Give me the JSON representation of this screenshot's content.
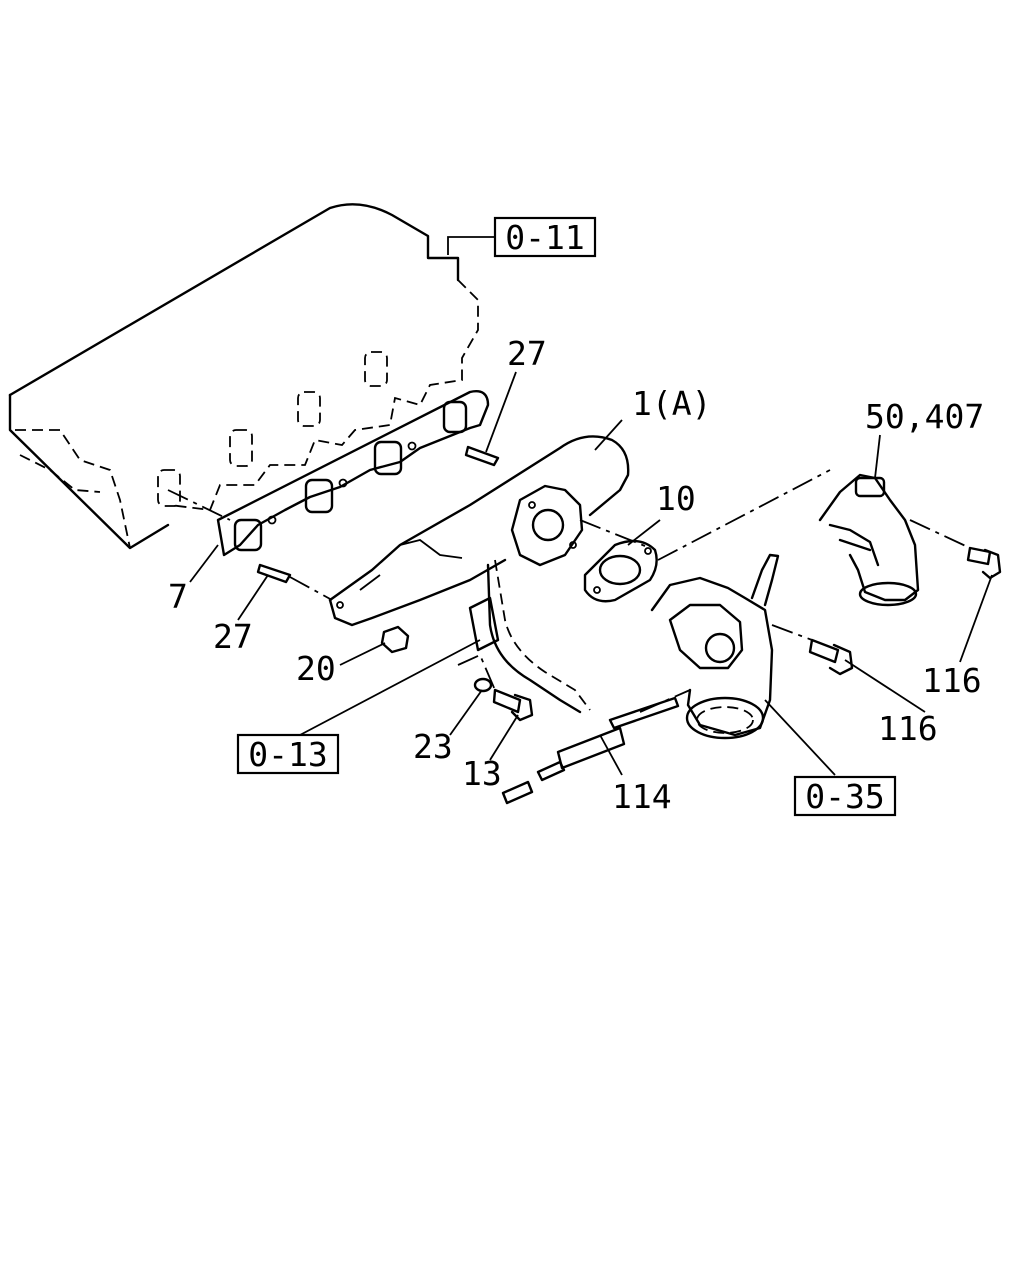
{
  "callouts": {
    "ref_0_11": "0-11",
    "ref_0_13": "0-13",
    "ref_0_35": "0-35",
    "p1": "1(A)",
    "p7": "7",
    "p10": "10",
    "p13": "13",
    "p20": "20",
    "p23": "23",
    "p27_top": "27",
    "p27_bottom": "27",
    "p50_407": "50,407",
    "p114": "114",
    "p116_right": "116",
    "p116_mid": "116"
  }
}
